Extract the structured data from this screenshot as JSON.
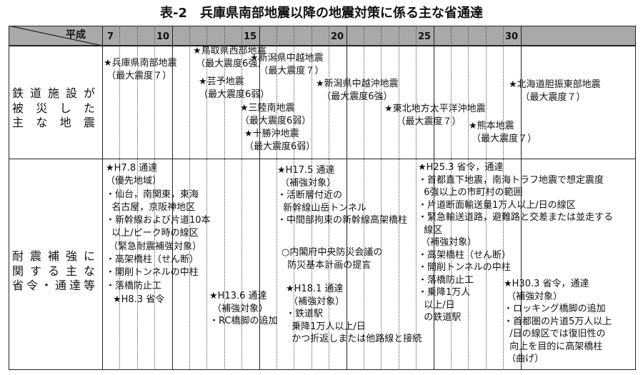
{
  "title": "表-2　兵庫県南部地震以降の地震対策に係る主な省通達",
  "header": {
    "era": "平成",
    "year_labels": [
      "7",
      "10",
      "15",
      "20",
      "25",
      "30"
    ]
  },
  "rows": [
    {
      "label_lines": [
        "鉄道施設が",
        "被災した",
        "主な地震"
      ],
      "items": [
        "★兵庫県南部地震\n （最大震度７）",
        "★鳥取県西部地震\n （最大震度6強）",
        "★芸予地震\n（最大震度6弱）",
        "★新潟県中越地震\n   （最大震度７）",
        "★三陸南地震\n（最大震度6弱）",
        "★十勝沖地震\n（最大震度6弱）",
        "★新潟県中越沖地震\n  （最大震度6強）",
        "★東北地方太平洋沖地震\n    （最大震度７）",
        "★熊本地震\n （最大震度７）",
        "★北海道胆振東部地震\n    （最大震度７）"
      ]
    },
    {
      "label_lines": [
        "耐震補強に",
        "関する主な",
        "省令・通達等"
      ],
      "items": [
        "★H7.8 通達\n（優先地域）\n・仙台，南関東，東海\n  名古屋，京阪神地区\n・新幹線および片道10本\n  以上/ピーク時の線区\n （緊急耐震補強対象）\n・高架橋柱（せん断）\n・開削トンネルの中柱\n・落橋防止工",
        "★H8.3 省令",
        "★H13.6 通達\n （補強対象）\n・RC橋脚の追加",
        "★H17.5 通達\n （補強対象）\n・活断層付近の\n  新幹線山岳トンネル\n・中間部拘束の新幹線高架橋柱",
        "○内閣府中央防災会議の\n  防災基本計画の提言",
        "★H18.1 通達\n （補強対象）\n・鉄道駅\n  乗降1万人以上/日\n  かつ折返しまたは他路線と接続",
        "★H25.3 省令，通達\n・首都直下地震，南海トラフ地震で想定震度\n  6強以上の市町村の範囲\n・片道断面輸送量1万人以上/日の線区\n・緊急輸送道路，避難路と交差または並走する\n  線区\n （補強対象）\n・高架橋柱（せん断）\n・開削トンネルの中柱\n・落橋防止工\n・乗降1万人\n  以上/日\n  の鉄道駅",
        "★H30.3 省令，通達\n （補強対象）\n・ロッキング橋脚の追加\n・首都圏の片道5万人以上\n  /日の線区では復旧性の\n  向上を目的に高架橋柱\n （曲げ）"
      ]
    }
  ]
}
